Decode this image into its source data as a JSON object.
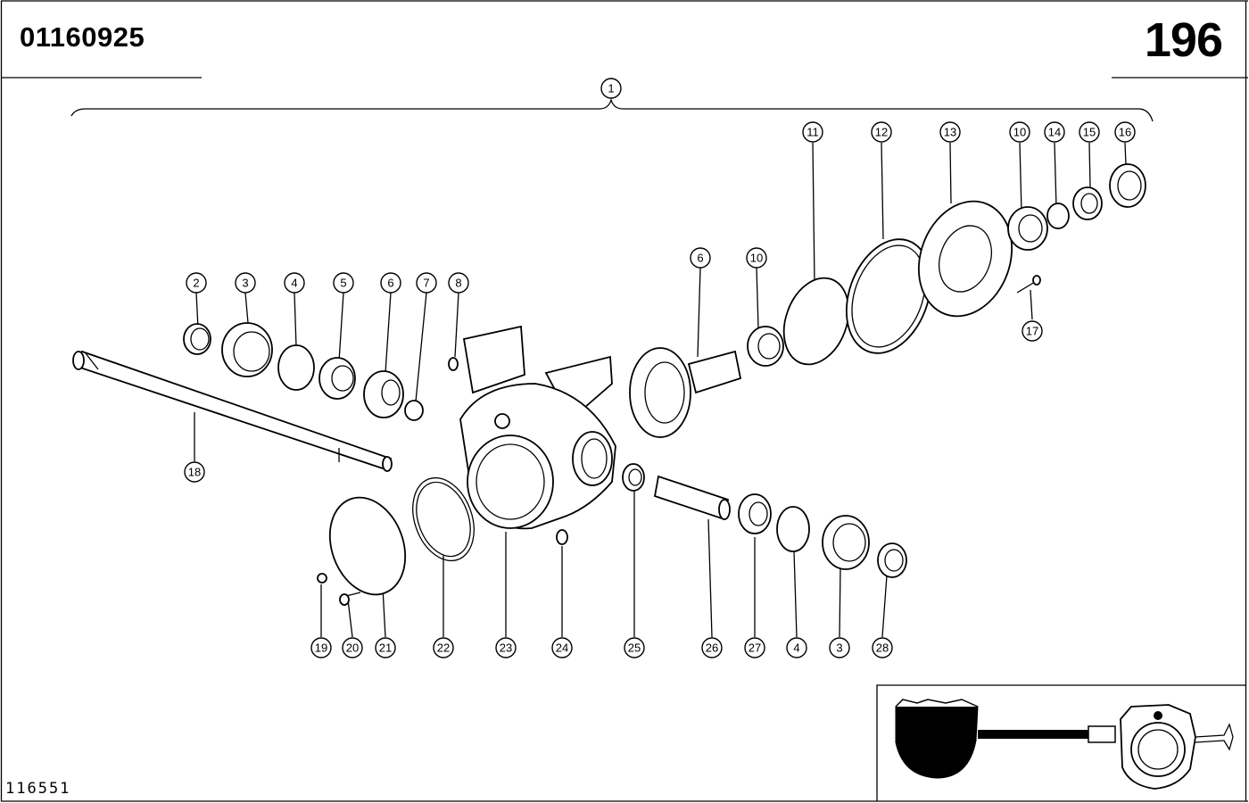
{
  "header": {
    "part_number": "01160925",
    "page_number": "196"
  },
  "footer": {
    "figure_number": "116551"
  },
  "callouts": [
    {
      "id": "c1",
      "label": "1"
    },
    {
      "id": "c2",
      "label": "2"
    },
    {
      "id": "c3a",
      "label": "3"
    },
    {
      "id": "c4a",
      "label": "4"
    },
    {
      "id": "c5",
      "label": "5"
    },
    {
      "id": "c6a",
      "label": "6"
    },
    {
      "id": "c7",
      "label": "7"
    },
    {
      "id": "c8",
      "label": "8"
    },
    {
      "id": "c6b",
      "label": "6"
    },
    {
      "id": "c10a",
      "label": "10"
    },
    {
      "id": "c11",
      "label": "11"
    },
    {
      "id": "c12",
      "label": "12"
    },
    {
      "id": "c13",
      "label": "13"
    },
    {
      "id": "c10b",
      "label": "10"
    },
    {
      "id": "c14",
      "label": "14"
    },
    {
      "id": "c15",
      "label": "15"
    },
    {
      "id": "c16",
      "label": "16"
    },
    {
      "id": "c17",
      "label": "17"
    },
    {
      "id": "c18",
      "label": "18"
    },
    {
      "id": "c19",
      "label": "19"
    },
    {
      "id": "c20",
      "label": "20"
    },
    {
      "id": "c21",
      "label": "21"
    },
    {
      "id": "c22",
      "label": "22"
    },
    {
      "id": "c23",
      "label": "23"
    },
    {
      "id": "c24",
      "label": "24"
    },
    {
      "id": "c25",
      "label": "25"
    },
    {
      "id": "c26",
      "label": "26"
    },
    {
      "id": "c27",
      "label": "27"
    },
    {
      "id": "c4b",
      "label": "4"
    },
    {
      "id": "c3b",
      "label": "3"
    },
    {
      "id": "c28",
      "label": "28"
    }
  ]
}
